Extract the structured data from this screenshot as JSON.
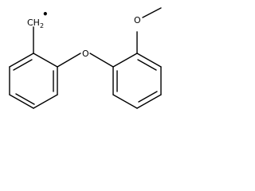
{
  "molecule": {
    "labels": {
      "radical_carbon_main": "CH",
      "radical_carbon_subscript": "2",
      "radical_dot": "•",
      "ether_oxygen": "O",
      "methoxy_oxygen": "O"
    },
    "bond_color": "#000000",
    "background_color": "#ffffff"
  }
}
